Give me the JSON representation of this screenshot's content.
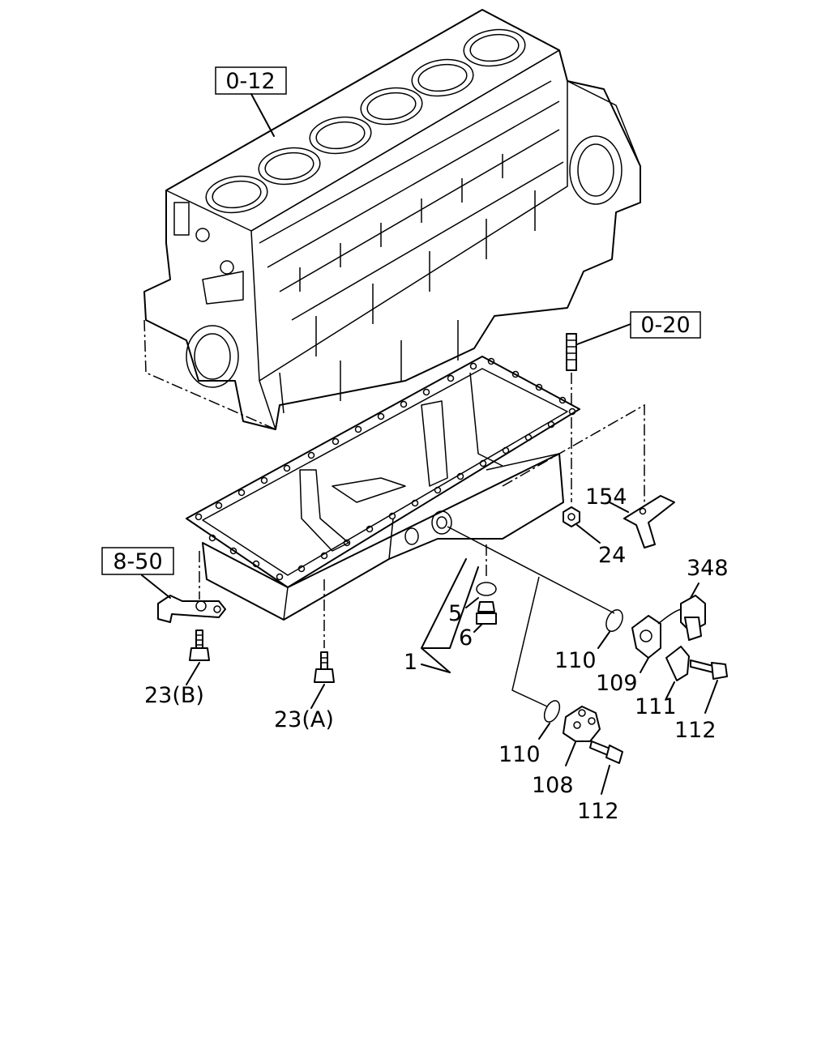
{
  "references": {
    "block": "0-12",
    "stud": "0-20",
    "bracket": "8-50"
  },
  "labels": {
    "p1": "1",
    "p5": "5",
    "p6": "6",
    "p23a": "23(A)",
    "p23b": "23(B)",
    "p24": "24",
    "p108": "108",
    "p109": "109",
    "p110a": "110",
    "p110b": "110",
    "p111": "111",
    "p112a": "112",
    "p112b": "112",
    "p154": "154",
    "p348": "348"
  }
}
